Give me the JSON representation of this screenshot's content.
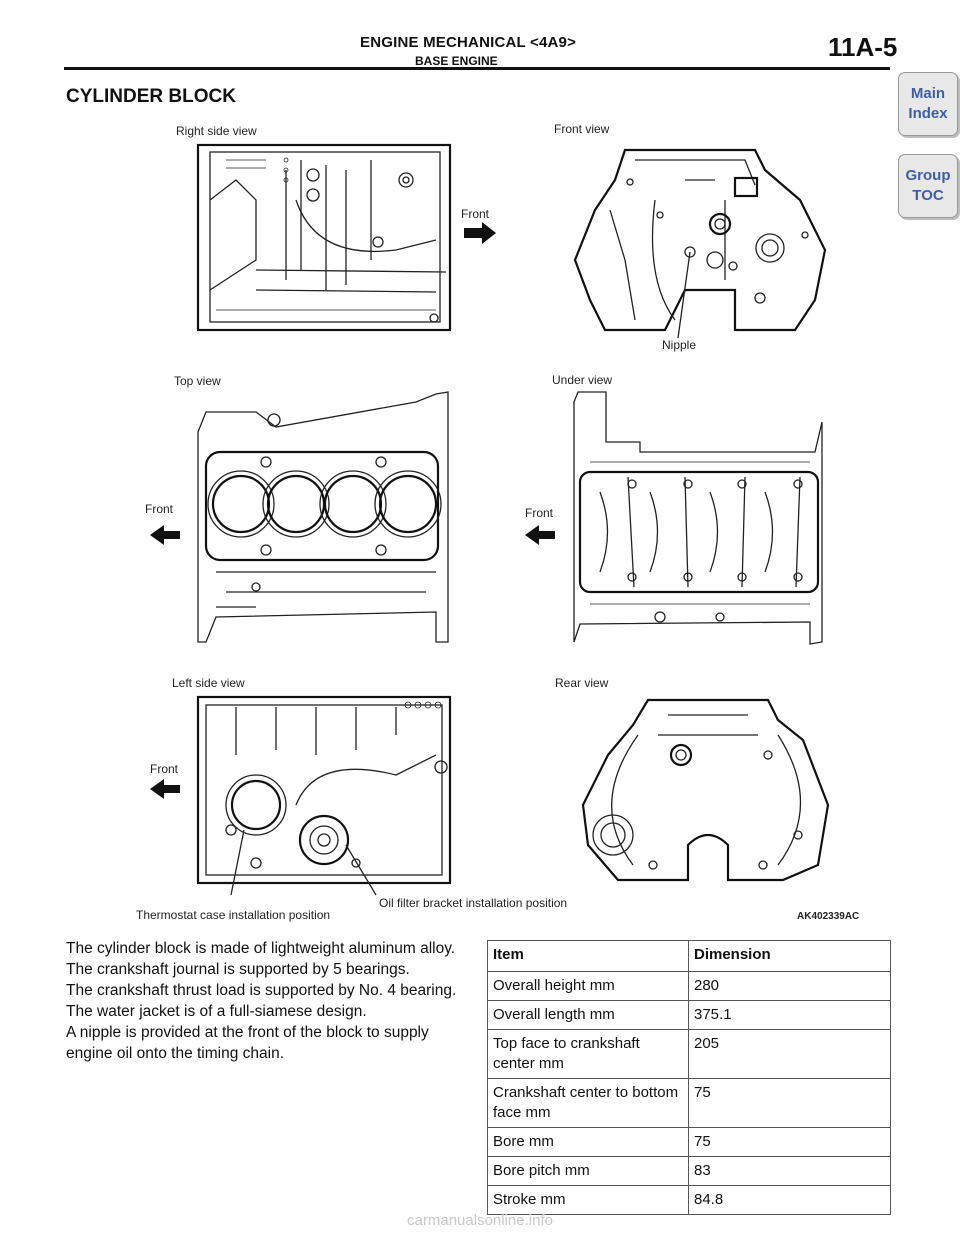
{
  "header": {
    "title": "ENGINE MECHANICAL <4A9>",
    "subtitle": "BASE ENGINE",
    "page": "11A-5"
  },
  "nav": {
    "main_line1": "Main",
    "main_line2": "Index",
    "group_line1": "Group",
    "group_line2": "TOC"
  },
  "section_title": "CYLINDER BLOCK",
  "figure": {
    "right_side_view": "Right side view",
    "front_view": "Front view",
    "top_view": "Top view",
    "under_view": "Under view",
    "left_side_view": "Left side view",
    "rear_view": "Rear view",
    "front_label": "Front",
    "nipple": "Nipple",
    "thermostat": "Thermostat case installation position",
    "oil_filter": "Oil filter bracket installation position",
    "code": "AK402339",
    "code_suffix": "AC"
  },
  "body_text": [
    "The cylinder block is made of lightweight aluminum alloy.",
    "The crankshaft journal is supported by 5 bearings.",
    "The crankshaft thrust load is supported by No. 4 bearing.",
    "The water jacket is of a full-siamese design.",
    "A nipple is provided at the front of the block to supply engine oil onto the timing chain."
  ],
  "table": {
    "headers": [
      "Item",
      "Dimension"
    ],
    "rows": [
      [
        "Overall height mm",
        "280"
      ],
      [
        "Overall length mm",
        "375.1"
      ],
      [
        "Top face to crankshaft center mm",
        "205"
      ],
      [
        "Crankshaft center to bottom face mm",
        "75"
      ],
      [
        "Bore mm",
        "75"
      ],
      [
        "Bore pitch mm",
        "83"
      ],
      [
        "Stroke mm",
        "84.8"
      ]
    ]
  },
  "watermark": "carmanualsonline.info"
}
